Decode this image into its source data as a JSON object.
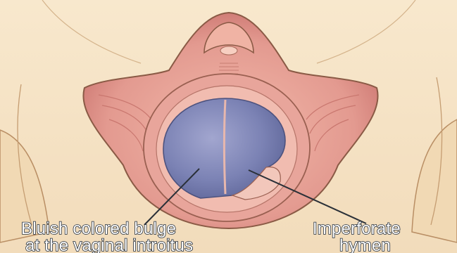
{
  "figure": {
    "labels": {
      "bulge": {
        "line1": "Bluish colored bulge",
        "line2": "at the vaginal introitus"
      },
      "hymen": {
        "line1": "Imperforate",
        "line2": "hymen"
      }
    }
  },
  "colors": {
    "background": "#ffffff",
    "skin": "#f6e3c5",
    "skin_shadow": "#e9cfa8",
    "outline": "#8a6040",
    "labia": "#dc8f89",
    "labia_light": "#efb6a8",
    "vestibule": "#e69b92",
    "bulge": "#7d86b8",
    "bulge_dark": "#5f6798",
    "label_text": "#ffffff",
    "label_stroke": "#1f2b3a"
  }
}
